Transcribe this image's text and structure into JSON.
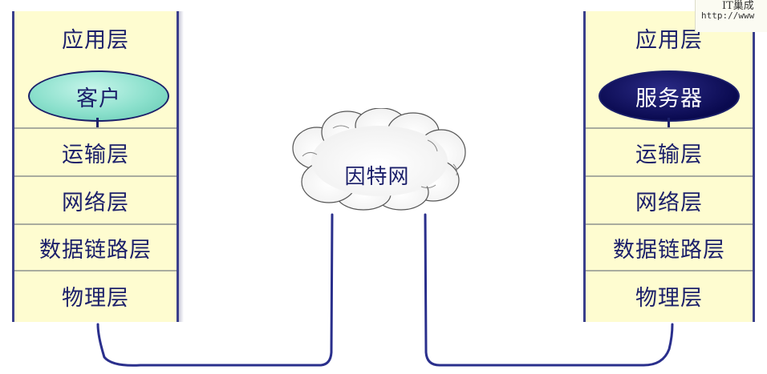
{
  "client_stack": {
    "application_layer": "应用层",
    "client": "客户",
    "transport_layer": "运输层",
    "network_layer": "网络层",
    "data_link_layer": "数据链路层",
    "physical_layer": "物理层"
  },
  "server_stack": {
    "application_layer": "应用层",
    "server": "服务器",
    "transport_layer": "运输层",
    "network_layer": "网络层",
    "data_link_layer": "数据链路层",
    "physical_layer": "物理层"
  },
  "internet": {
    "label": "因特网"
  },
  "watermark": {
    "title": "IT巢成",
    "url": "http://www"
  },
  "colors": {
    "layer_fill": "#fefcd0",
    "text": "#1b1f6a",
    "client_ellipse": "#8be0cc",
    "server_ellipse": "#0a0a50",
    "wire": "#3a3f8c"
  }
}
